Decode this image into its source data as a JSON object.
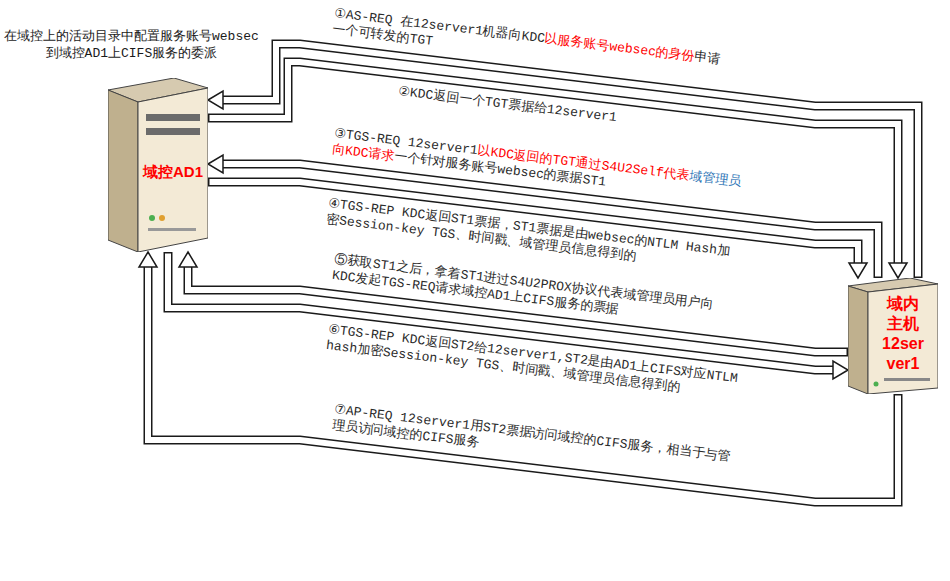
{
  "diagram": {
    "nodes": [
      {
        "text": [
          "域控AD1"
        ]
      },
      {
        "text": [
          "域内主机12server1"
        ]
      }
    ],
    "edges": [
      {
        "from": 1,
        "to": 0,
        "arrow": "to",
        "label": "①AS-REQ 在12server1机器向KDC以服务账号websec的身份申请一个可转发的TGT"
      },
      {
        "from": 0,
        "to": 1,
        "arrow": "to",
        "label": "②KDC返回一个TGT票据给12server1"
      },
      {
        "from": 1,
        "to": 0,
        "arrow": "to",
        "label": "③TGS-REQ 12server1以KDC返回的TGT通过S4U2Self代表域管理员向KDC请求一个针对服务账号websec的票据ST1"
      },
      {
        "from": 0,
        "to": 1,
        "arrow": "to",
        "label": "④TGS-REP KDC返回ST1票据，ST1票据是由websec的NTLM Hash加密Session-key TGS、时间戳、域管理员信息得到的"
      },
      {
        "from": 1,
        "to": 0,
        "arrow": "to",
        "label": "⑤获取ST1之后，拿着ST1进过S4U2PROX协议代表域管理员用户向KDC发起TGS-REQ请求域控AD1上CIFS服务的票据"
      },
      {
        "from": 0,
        "to": 1,
        "arrow": "to",
        "label": "⑥TGS-REP KDC返回ST2给12server1,ST2是由AD1上CIFS对应NTLM hash加密Session-key TGS、时间戳、域管理员信息得到的"
      },
      {
        "from": 1,
        "to": 0,
        "arrow": "to",
        "label": "⑦AP-REQ 12server1用ST2票据访问域控的CIFS服务，相当于与管理员访问域控的CIFS服务"
      }
    ],
    "labels": [
      "在域控上的活动目录中配置服务账号websec到域控AD1上CIFS服务的委派"
    ]
  }
}
